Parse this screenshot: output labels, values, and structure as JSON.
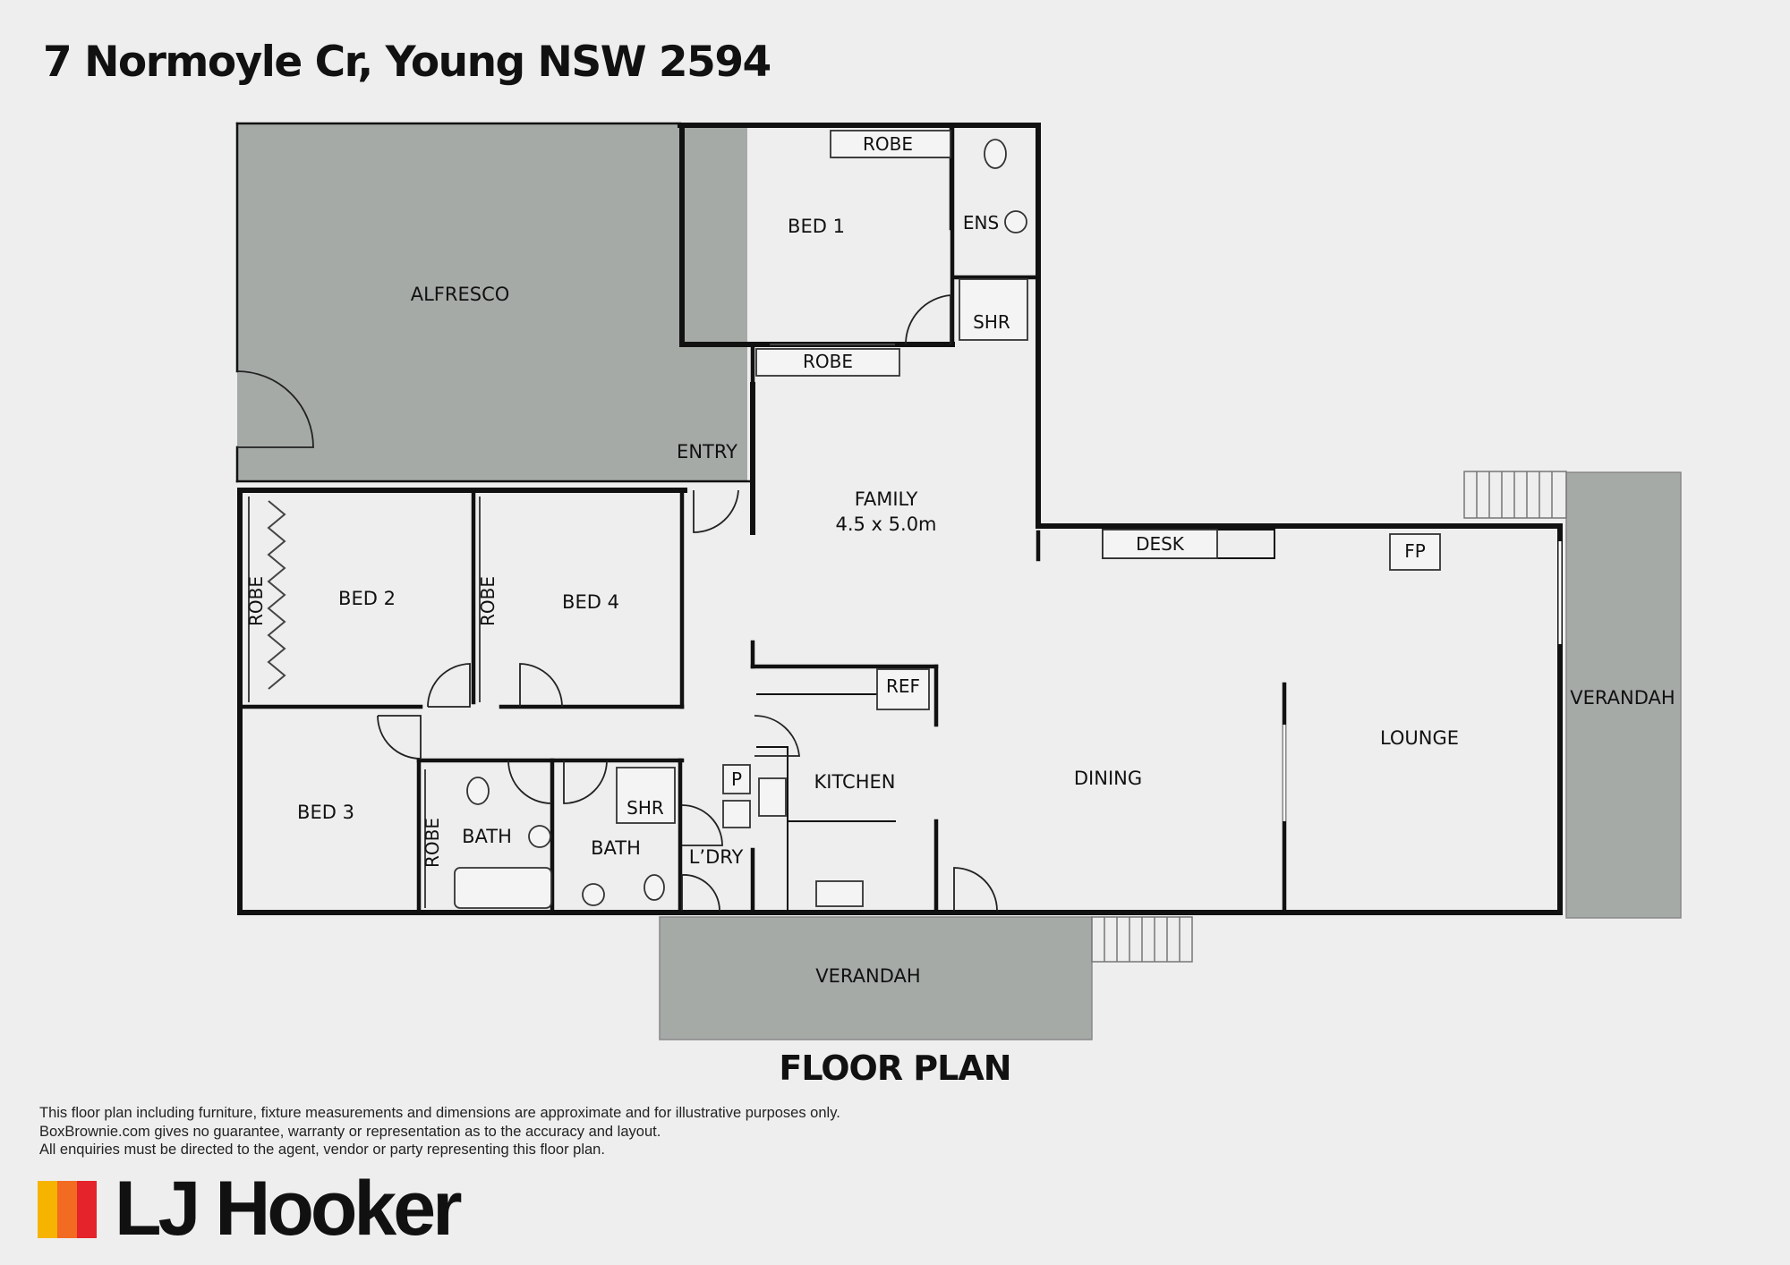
{
  "title": "7 Normoyle Cr, Young NSW 2594",
  "rooms": {
    "alfresco": "ALFRESCO",
    "entry": "ENTRY",
    "bed1": "BED 1",
    "bed1_robe_top": "ROBE",
    "bed1_robe_bottom": "ROBE",
    "ens": "ENS",
    "ens_shower": "SHR",
    "family": "FAMILY",
    "family_size": "4.5 x 5.0m",
    "desk": "DESK",
    "fireplace": "FP",
    "bed2": "BED 2",
    "bed2_robe": "ROBE",
    "bed4": "BED 4",
    "bed4_robe": "ROBE",
    "bed3": "BED 3",
    "bed3_robe": "ROBE",
    "bath1": "BATH",
    "bath2": "BATH",
    "bath2_shower": "SHR",
    "laundry": "L’DRY",
    "pantry": "P",
    "kitchen": "KITCHEN",
    "fridge": "REF",
    "dining": "DINING",
    "lounge": "LOUNGE",
    "verandah_east": "VERANDAH",
    "verandah_south": "VERANDAH"
  },
  "plan_caption": "FLOOR PLAN",
  "disclaimer": [
    "This floor plan including furniture, fixture measurements and dimensions are approximate and for illustrative purposes only.",
    "BoxBrownie.com gives no guarantee, warranty or representation as to the accuracy and layout.",
    "All enquiries must be directed to the agent, vendor or party representing this floor plan."
  ],
  "brand": {
    "name": "LJ Hooker",
    "colors": [
      "#f6b400",
      "#f26b21",
      "#e5232a"
    ]
  },
  "colors": {
    "background": "#eeeeee",
    "wall": "#111111",
    "outdoor_area": "#a6aaa7"
  }
}
